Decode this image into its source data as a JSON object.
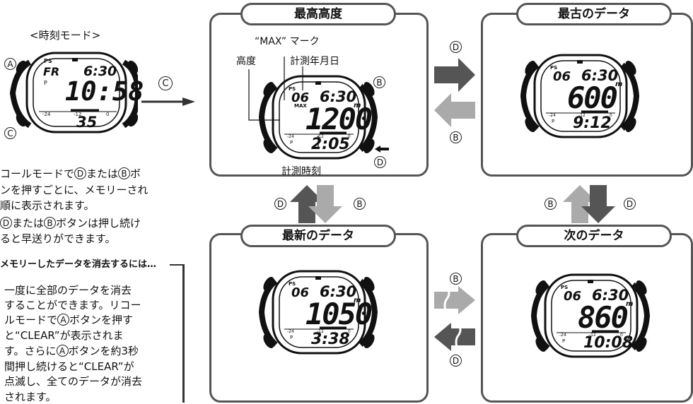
{
  "time_mode": {
    "title": "<時刻モード>",
    "day": "FR",
    "date": "6:30",
    "time": "10:58",
    "seconds": "35",
    "ps": "PS",
    "p": "P",
    "scale": [
      "-24",
      "-12",
      "0"
    ]
  },
  "buttons": {
    "a": "A",
    "b": "B",
    "c": "C",
    "d": "D"
  },
  "left_notes": {
    "line1": "コールモードで",
    "line1b": "または",
    "line1c": "ボ",
    "line2": "ンを押すごとに、メモリーされ",
    "line3": "順に表示されます。",
    "line4b": "または",
    "line4c": "ボタンは押し続け",
    "line5": "ると早送りができます。"
  },
  "erase": {
    "heading": "メモリーしたデータを消去するには…",
    "l1": "一度に全部のデータを消去",
    "l2": "することができます。リコー",
    "l3a": "ルモードで",
    "l3b": "ボタンを押す",
    "l4": "と“CLEAR”が表示されま",
    "l5a": "す。さらに",
    "l5b": "ボタンを約3秒",
    "l6": "間押し続けると“CLEAR”が",
    "l7": "点滅し、全てのデータが消去",
    "l8": "されます。"
  },
  "panels": {
    "max": {
      "title": "最高高度",
      "max_mark": "“MAX” マーク",
      "altitude_label": "高度",
      "date_label": "計測年月日",
      "time_label": "計測時刻",
      "month": "06",
      "date": "6:30",
      "value": "1200",
      "unit": "m",
      "time": "2:05",
      "max": "MAX"
    },
    "oldest": {
      "title": "最古のデータ",
      "month": "06",
      "date": "6:30",
      "value": "600",
      "unit": "m",
      "time": "9:12"
    },
    "newest": {
      "title": "最新のデータ",
      "month": "06",
      "date": "6:30",
      "value": "1050",
      "unit": "m",
      "time": "3:38"
    },
    "next": {
      "title": "次のデータ",
      "month": "06",
      "date": "6:30",
      "value": "860",
      "unit": "m",
      "time": "10:08"
    }
  },
  "colors": {
    "dark_arrow": "#555555",
    "light_arrow": "#aaaaaa",
    "panel_border": "#555555"
  }
}
